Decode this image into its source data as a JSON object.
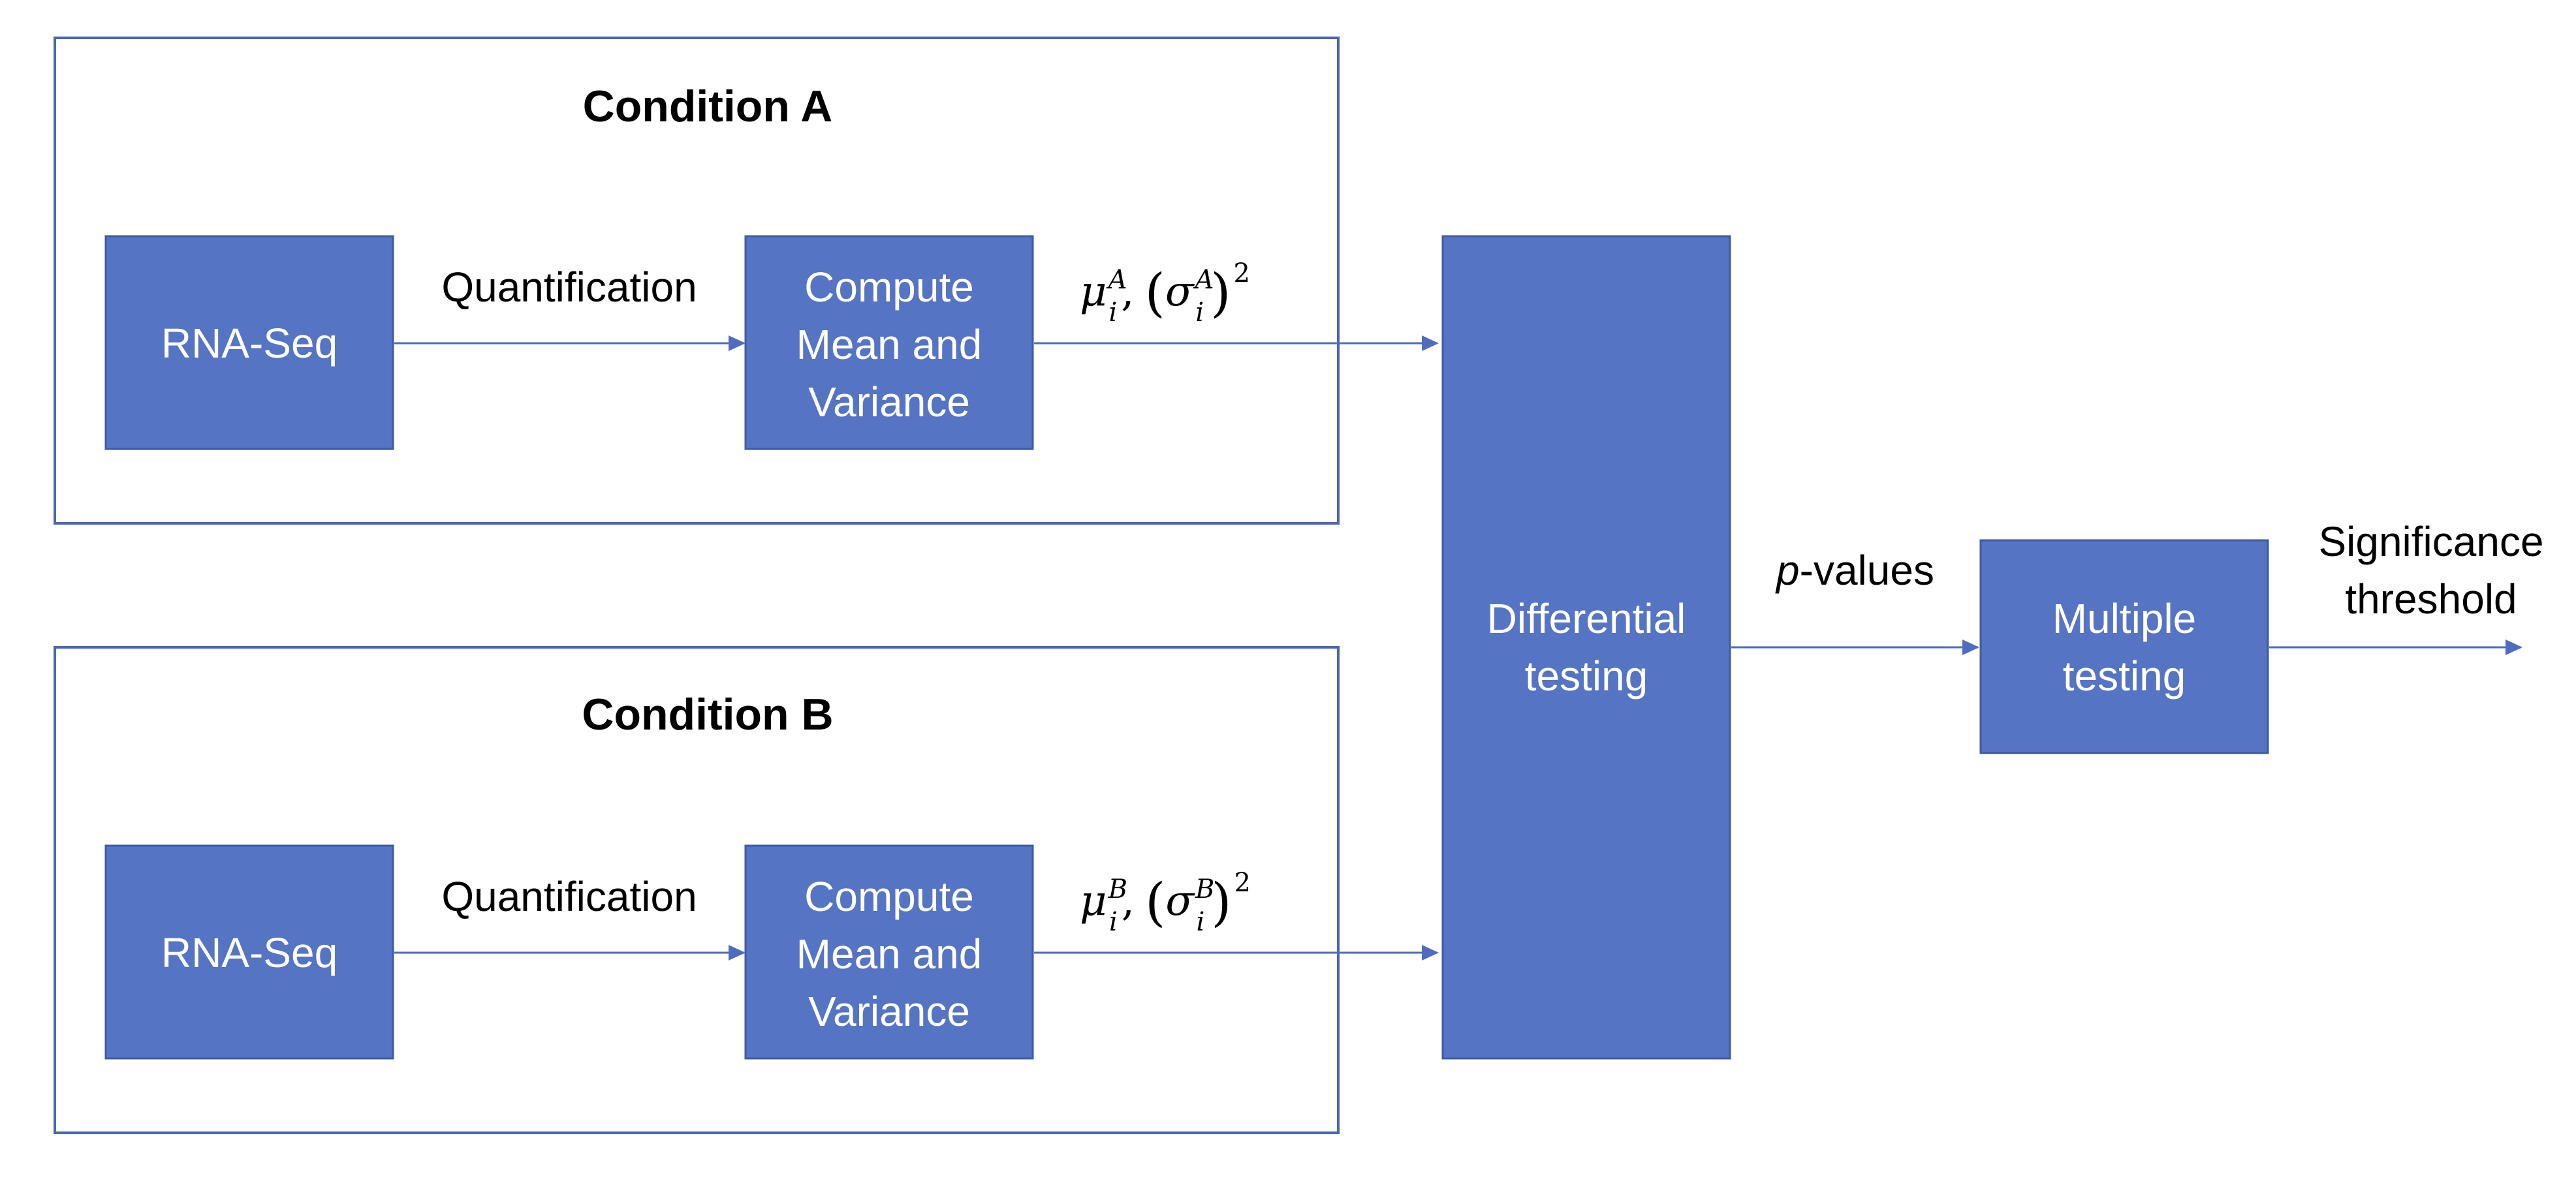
{
  "condition_a": {
    "title": "Condition A",
    "source_label": "RNA-Seq",
    "edge_label": "Quantification",
    "compute_label": [
      "Compute",
      "Mean and",
      "Variance"
    ],
    "stats": {
      "mu": "μ",
      "sigma": "σ",
      "index": "i",
      "group": "A",
      "power": "2"
    }
  },
  "condition_b": {
    "title": "Condition B",
    "source_label": "RNA-Seq",
    "edge_label": "Quantification",
    "compute_label": [
      "Compute",
      "Mean and",
      "Variance"
    ],
    "stats": {
      "mu": "μ",
      "sigma": "σ",
      "index": "i",
      "group": "B",
      "power": "2"
    }
  },
  "differential": {
    "label": [
      "Differential",
      "testing"
    ]
  },
  "pvalues": {
    "italic": "p",
    "rest": "-values"
  },
  "multiple": {
    "label": [
      "Multiple",
      "testing"
    ]
  },
  "output": {
    "label": [
      "Significance",
      "threshold"
    ]
  },
  "colors": {
    "box_fill": "#5674c4",
    "frame_stroke": "#4a66b5",
    "arrow": "#4f6cc0"
  }
}
